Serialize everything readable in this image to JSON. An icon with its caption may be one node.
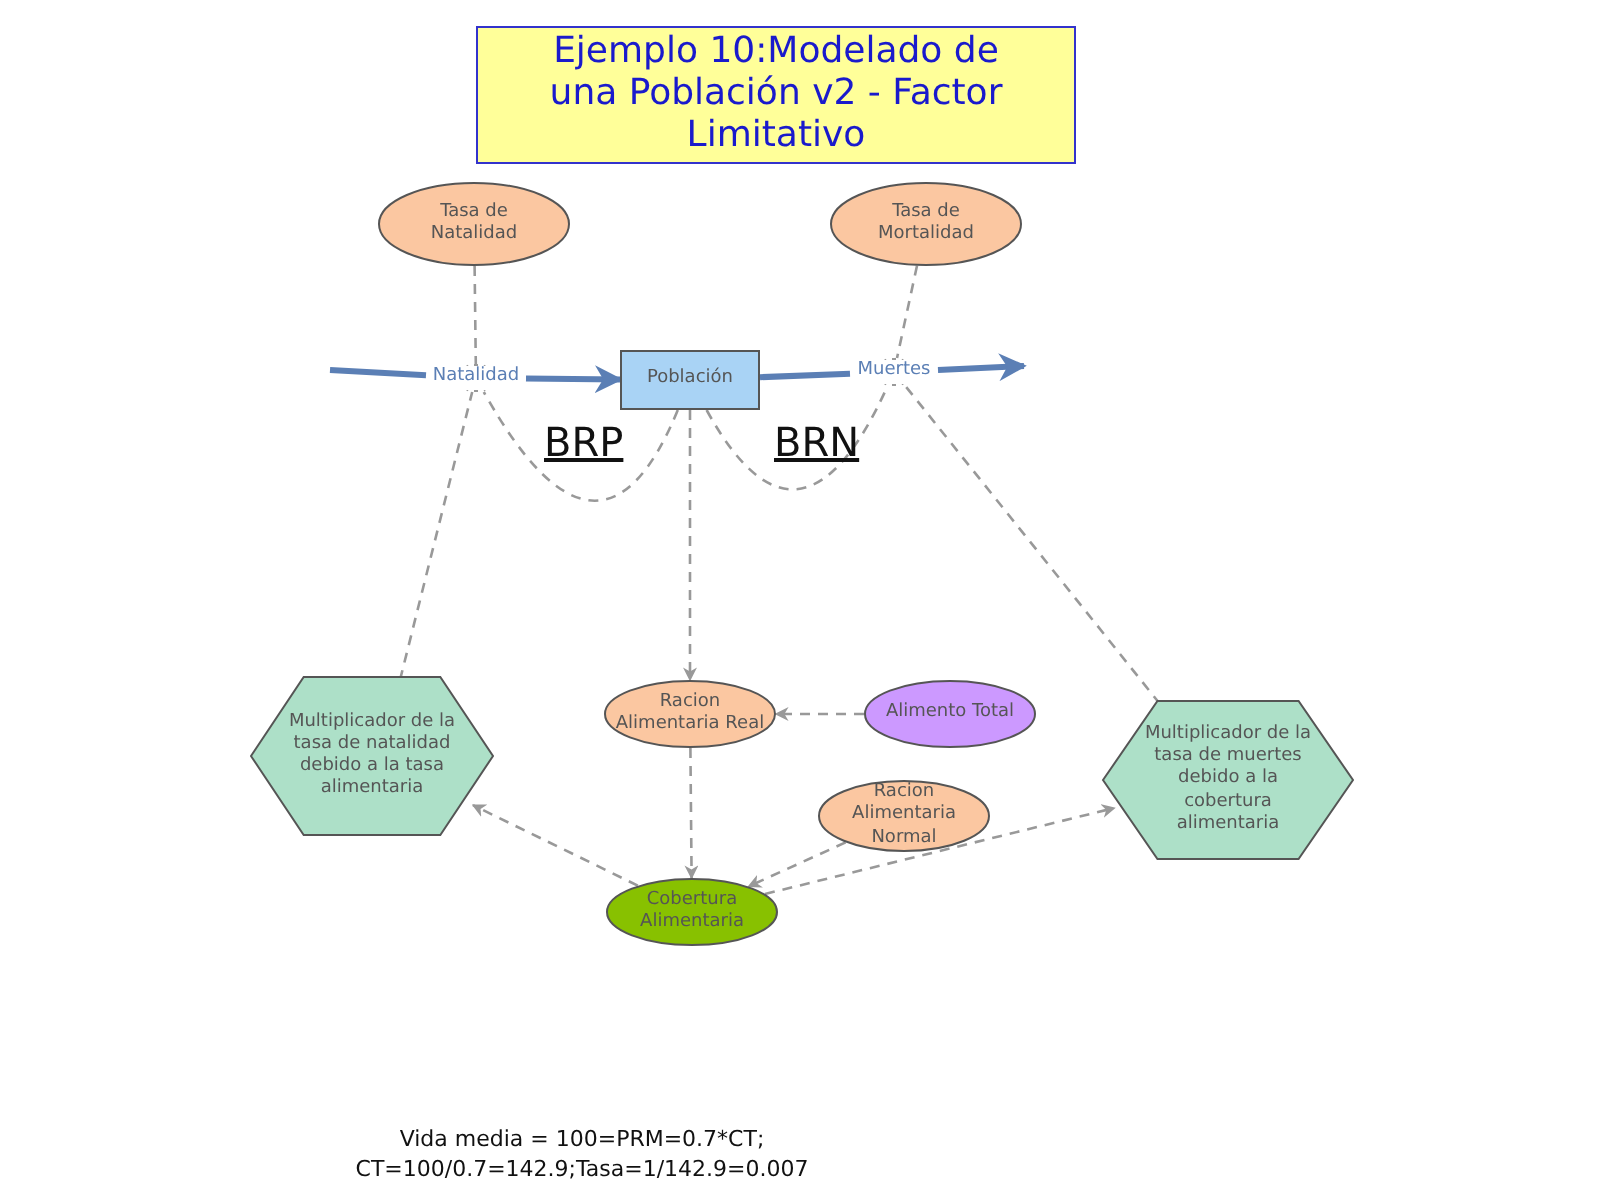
{
  "diagram": {
    "title": "Ejemplo 10:Modelado de una Población v2 - Factor Limitativo",
    "nodes": [
      {
        "text": [
          "Tasa de Natalidad"
        ]
      },
      {
        "text": [
          "Tasa de Mortalidad"
        ]
      },
      {
        "text": [
          "Natalidad"
        ]
      },
      {
        "text": [
          "Población"
        ]
      },
      {
        "text": [
          "Muertes"
        ]
      },
      {
        "text": [
          "Racion Alimentaria Real"
        ]
      },
      {
        "text": [
          "Alimento Total"
        ]
      },
      {
        "text": [
          "Multiplicador de la tasa de natalidad debido a la tasa alimentaria"
        ]
      },
      {
        "text": [
          "Racion Alimentaria Normal"
        ]
      },
      {
        "text": [
          "Multiplicador de la tasa de muertes debido a la cobertura alimentaria"
        ]
      },
      {
        "text": [
          "Cobertura Alimentaria"
        ]
      }
    ],
    "edges": [
      {
        "from": null,
        "to": 2,
        "arrow": "none",
        "style": "thick",
        "color": "#5b7fb5"
      },
      {
        "from": 2,
        "to": 3,
        "arrow": "to",
        "style": "thick",
        "color": "#5b7fb5"
      },
      {
        "from": 3,
        "to": 4,
        "arrow": "none",
        "style": "thick",
        "color": "#5b7fb5"
      },
      {
        "from": 4,
        "to": null,
        "arrow": "to",
        "style": "thick",
        "color": "#5b7fb5"
      },
      {
        "from": 0,
        "to": 2,
        "arrow": "none",
        "style": "dashed"
      },
      {
        "from": 1,
        "to": 4,
        "arrow": "none",
        "style": "dashed"
      },
      {
        "from": 3,
        "to": 2,
        "arrow": "none",
        "style": "dashed"
      },
      {
        "from": 3,
        "to": 4,
        "arrow": "none",
        "style": "dashed"
      },
      {
        "from": 3,
        "to": 5,
        "arrow": "to",
        "style": "dashed"
      },
      {
        "from": 6,
        "to": 5,
        "arrow": "to",
        "style": "dashed"
      },
      {
        "from": 5,
        "to": 10,
        "arrow": "to",
        "style": "dashed"
      },
      {
        "from": 8,
        "to": 10,
        "arrow": "to",
        "style": "dashed"
      },
      {
        "from": 10,
        "to": 7,
        "arrow": "to",
        "style": "dashed"
      },
      {
        "from": 10,
        "to": 9,
        "arrow": "to",
        "style": "dashed"
      },
      {
        "from": 7,
        "to": 2,
        "arrow": "none",
        "style": "dashed"
      },
      {
        "from": 9,
        "to": 4,
        "arrow": "none",
        "style": "dashed"
      }
    ],
    "labels": [
      "BRP",
      "BRN",
      "Vida media = 100=PRM=0.7*CT; CT=100/0.7=142.9;Tasa=1/142.9=0.007"
    ]
  }
}
